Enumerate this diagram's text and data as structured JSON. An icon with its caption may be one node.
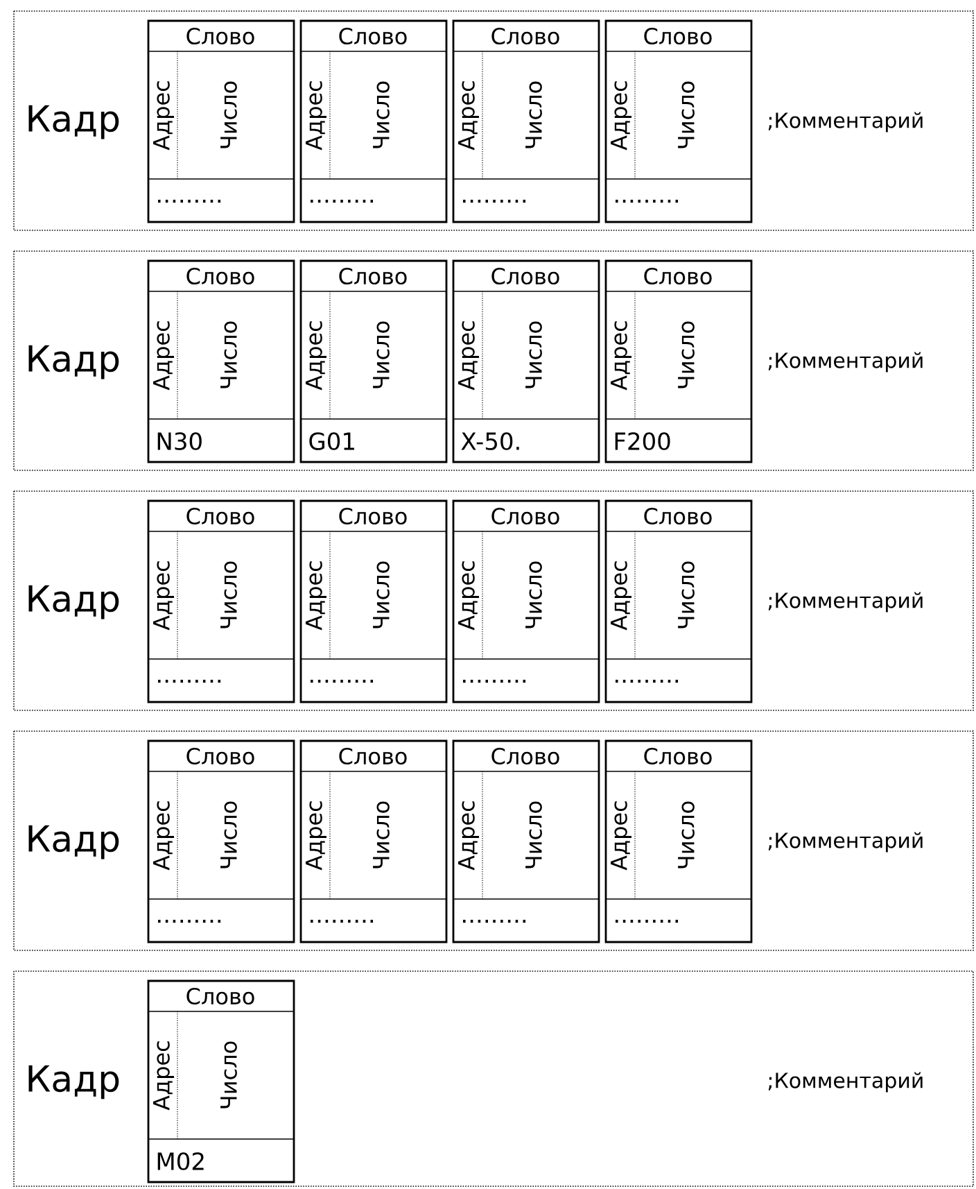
{
  "diagram": {
    "nodes": [
      {
        "text": [
          "Кадр",
          ";Комментарий"
        ]
      },
      {
        "text": [
          "Слово",
          "Адрес",
          "Число",
          "........."
        ],
        "in": 0
      },
      {
        "text": [
          "Слово",
          "Адрес",
          "Число",
          "........."
        ],
        "in": 0
      },
      {
        "text": [
          "Слово",
          "Адрес",
          "Число",
          "........."
        ],
        "in": 0
      },
      {
        "text": [
          "Слово",
          "Адрес",
          "Число",
          "........."
        ],
        "in": 0
      },
      {
        "text": [
          "Кадр",
          ";Комментарий"
        ]
      },
      {
        "text": [
          "Слово",
          "Адрес",
          "Число",
          "N30"
        ],
        "in": 5
      },
      {
        "text": [
          "Слово",
          "Адрес",
          "Число",
          "G01"
        ],
        "in": 5
      },
      {
        "text": [
          "Слово",
          "Адрес",
          "Число",
          "X-50."
        ],
        "in": 5
      },
      {
        "text": [
          "Слово",
          "Адрес",
          "Число",
          "F200"
        ],
        "in": 5
      },
      {
        "text": [
          "Кадр",
          ";Комментарий"
        ]
      },
      {
        "text": [
          "Слово",
          "Адрес",
          "Число",
          "........."
        ],
        "in": 10
      },
      {
        "text": [
          "Слово",
          "Адрес",
          "Число",
          "........."
        ],
        "in": 10
      },
      {
        "text": [
          "Слово",
          "Адрес",
          "Число",
          "........."
        ],
        "in": 10
      },
      {
        "text": [
          "Слово",
          "Адрес",
          "Число",
          "........."
        ],
        "in": 10
      },
      {
        "text": [
          "Кадр",
          ";Комментарий"
        ]
      },
      {
        "text": [
          "Слово",
          "Адрес",
          "Число",
          "........."
        ],
        "in": 15
      },
      {
        "text": [
          "Слово",
          "Адрес",
          "Число",
          "........."
        ],
        "in": 15
      },
      {
        "text": [
          "Слово",
          "Адрес",
          "Число",
          "........."
        ],
        "in": 15
      },
      {
        "text": [
          "Слово",
          "Адрес",
          "Число",
          "........."
        ],
        "in": 15
      },
      {
        "text": [
          "Кадр",
          ";Комментарий"
        ]
      },
      {
        "text": [
          "Слово",
          "Адрес",
          "Число",
          "M02"
        ],
        "in": 20
      }
    ]
  }
}
